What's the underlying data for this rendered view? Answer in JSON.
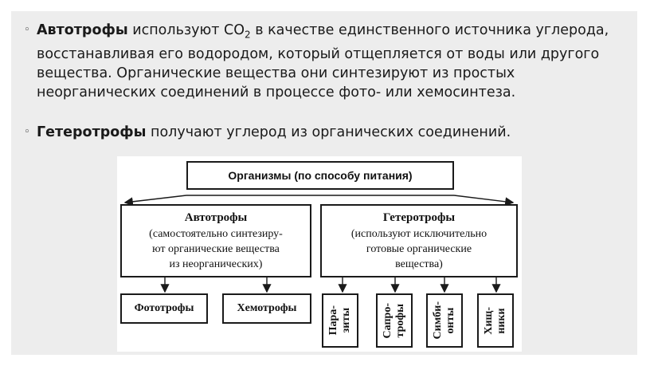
{
  "bullets": [
    {
      "marker": "◦",
      "term": "Автотрофы",
      "text_before_sub": " используют CO",
      "sub": "2",
      "text_after_sub": " в качестве единственного источника углерода, восстанавливая его водородом, который отщепляется от воды или другого вещества. Органические вещества они синтезируют из простых неорганических соединений в процессе фото- или хемосинтеза."
    },
    {
      "marker": "◦",
      "term": "Гетеротрофы",
      "text": " получают углерод из органических соединений."
    }
  ],
  "diagram": {
    "root": "Организмы (по способу питания)",
    "autotrophs": {
      "title": "Автотрофы",
      "description": "(самостоятельно синтезиру-\nют органические вещества\nиз неорганических)",
      "children": [
        "Фототрофы",
        "Хемотрофы"
      ]
    },
    "heterotrophs": {
      "title": "Гетеротрофы",
      "description": "(используют исключительно\nготовые органические\nвещества)",
      "children": [
        "Пара-\nзиты",
        "Сапро-\nтрофы",
        "Симби-\nонты",
        "Хищ-\nники"
      ]
    }
  },
  "colors": {
    "panel": "#ededed",
    "text": "#1a1a1a",
    "lines": "#1a1a1a"
  }
}
